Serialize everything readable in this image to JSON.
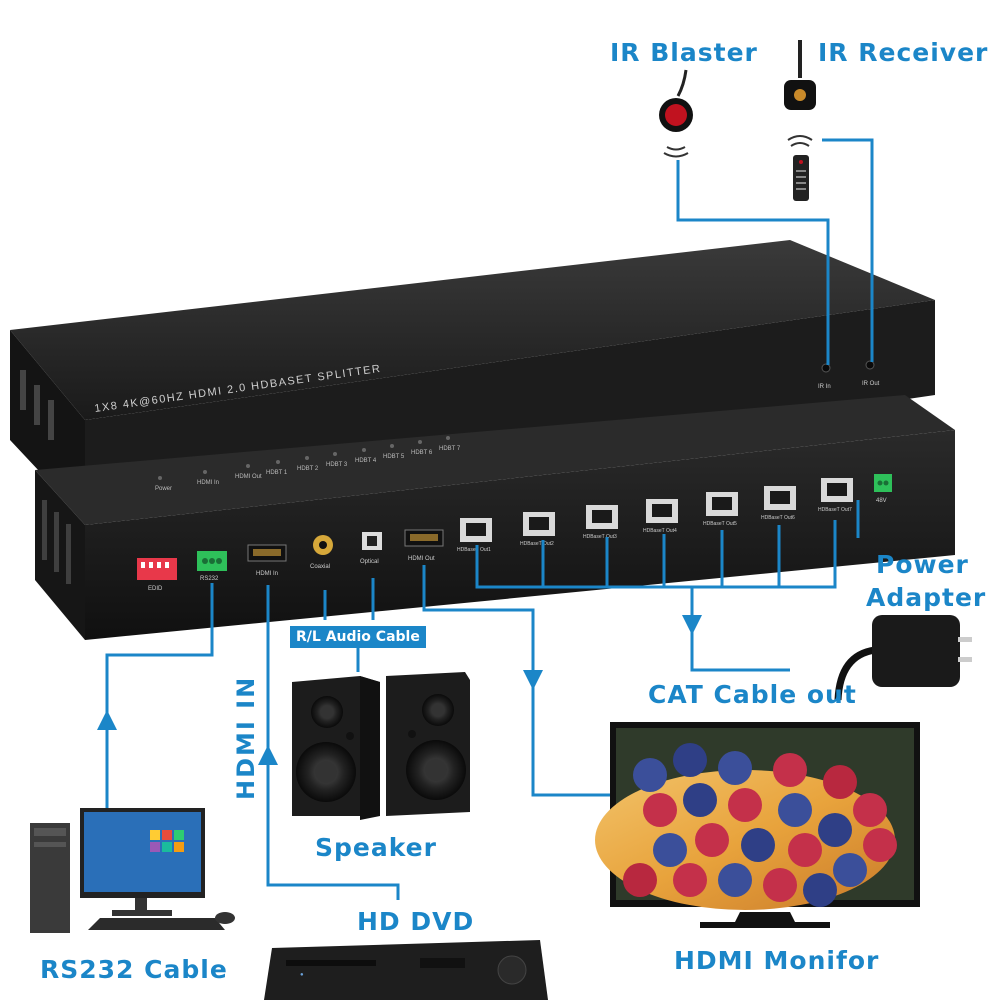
{
  "device": {
    "front_title": "1X8 4K@60HZ HDMI 2.0 HDBASET SPLITTER",
    "indicators": [
      "Power",
      "HDMI In",
      "HDMI Out",
      "HDBT 1",
      "HDBT 2",
      "HDBT 3",
      "HDBT 4",
      "HDBT 5",
      "HDBT 6",
      "HDBT 7"
    ],
    "rear_ports": {
      "edid": "EDID",
      "rs232": "RS232",
      "hdmi_in": "HDMI In",
      "coaxial": "Coaxial",
      "optical": "Optical",
      "hdmi_out": "HDMI Out",
      "hdbaset": [
        "HDBaseT Out1",
        "HDBaseT Out2",
        "HDBaseT Out3",
        "HDBaseT Out4",
        "HDBaseT Out5",
        "HDBaseT Out6",
        "HDBaseT Out7"
      ],
      "power": "48V"
    },
    "ir_ports": [
      "IR In",
      "IR Out"
    ]
  },
  "labels": {
    "ir_blaster": "IR Blaster",
    "ir_receiver": "IR Receiver",
    "power_adapter_line1": "Power",
    "power_adapter_line2": "Adapter",
    "rl_audio": "R/L Audio Cable",
    "cat_cable": "CAT Cable out",
    "hdmi_in": "HDMI IN",
    "speaker": "Speaker",
    "hd_dvd": "HD DVD",
    "rs232_cable": "RS232 Cable",
    "hdmi_monitor": "HDMI Monifor"
  },
  "colors": {
    "cable": "#1b86c8",
    "device_body": "#1e1e1e",
    "port_green": "#2ec05a",
    "port_red": "#e8384a"
  }
}
